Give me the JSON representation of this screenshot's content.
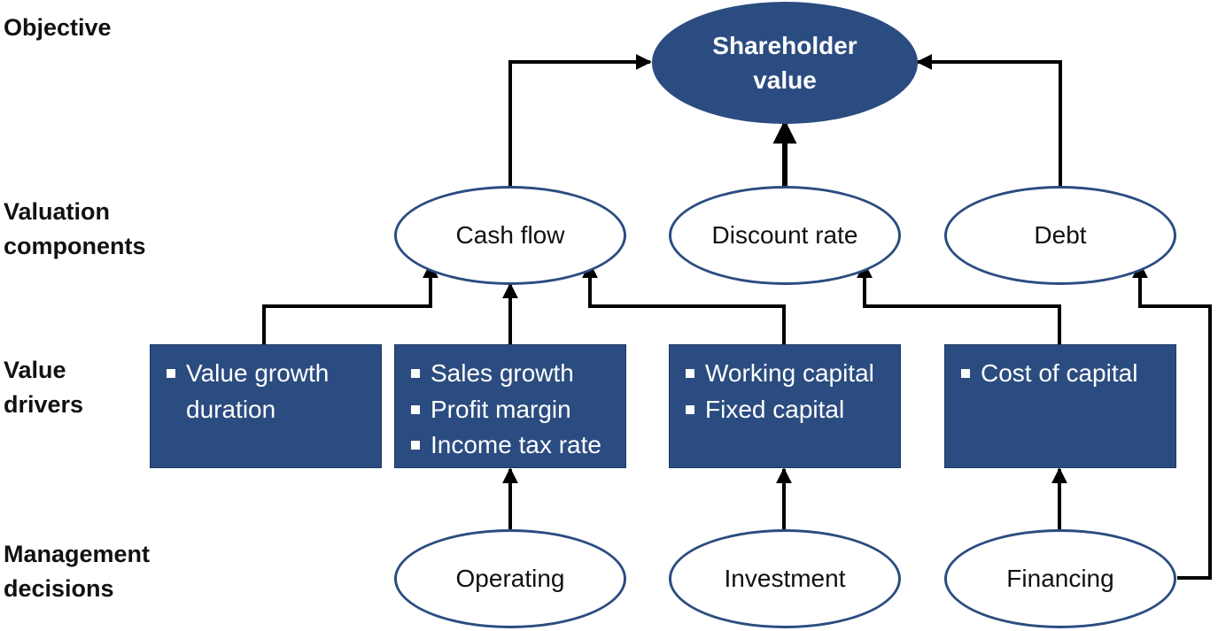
{
  "colors": {
    "accent": "#2b4c80",
    "line": "#000000",
    "text": "#111111"
  },
  "row_labels": {
    "objective": [
      "Objective"
    ],
    "valuation_components": [
      "Valuation",
      "components"
    ],
    "value_drivers": [
      "Value",
      "drivers"
    ],
    "management_decisions": [
      "Management",
      "decisions"
    ]
  },
  "objective": {
    "lines": [
      "Shareholder",
      "value"
    ]
  },
  "valuation_components": [
    "Cash flow",
    "Discount rate",
    "Debt"
  ],
  "value_drivers": [
    {
      "items": [
        "Value growth",
        "duration"
      ]
    },
    {
      "items": [
        "Sales growth",
        "Profit margin",
        "Income tax rate"
      ]
    },
    {
      "items": [
        "Working capital",
        "Fixed capital"
      ]
    },
    {
      "items": [
        "Cost of capital"
      ]
    }
  ],
  "management_decisions": [
    "Operating",
    "Investment",
    "Financing"
  ]
}
